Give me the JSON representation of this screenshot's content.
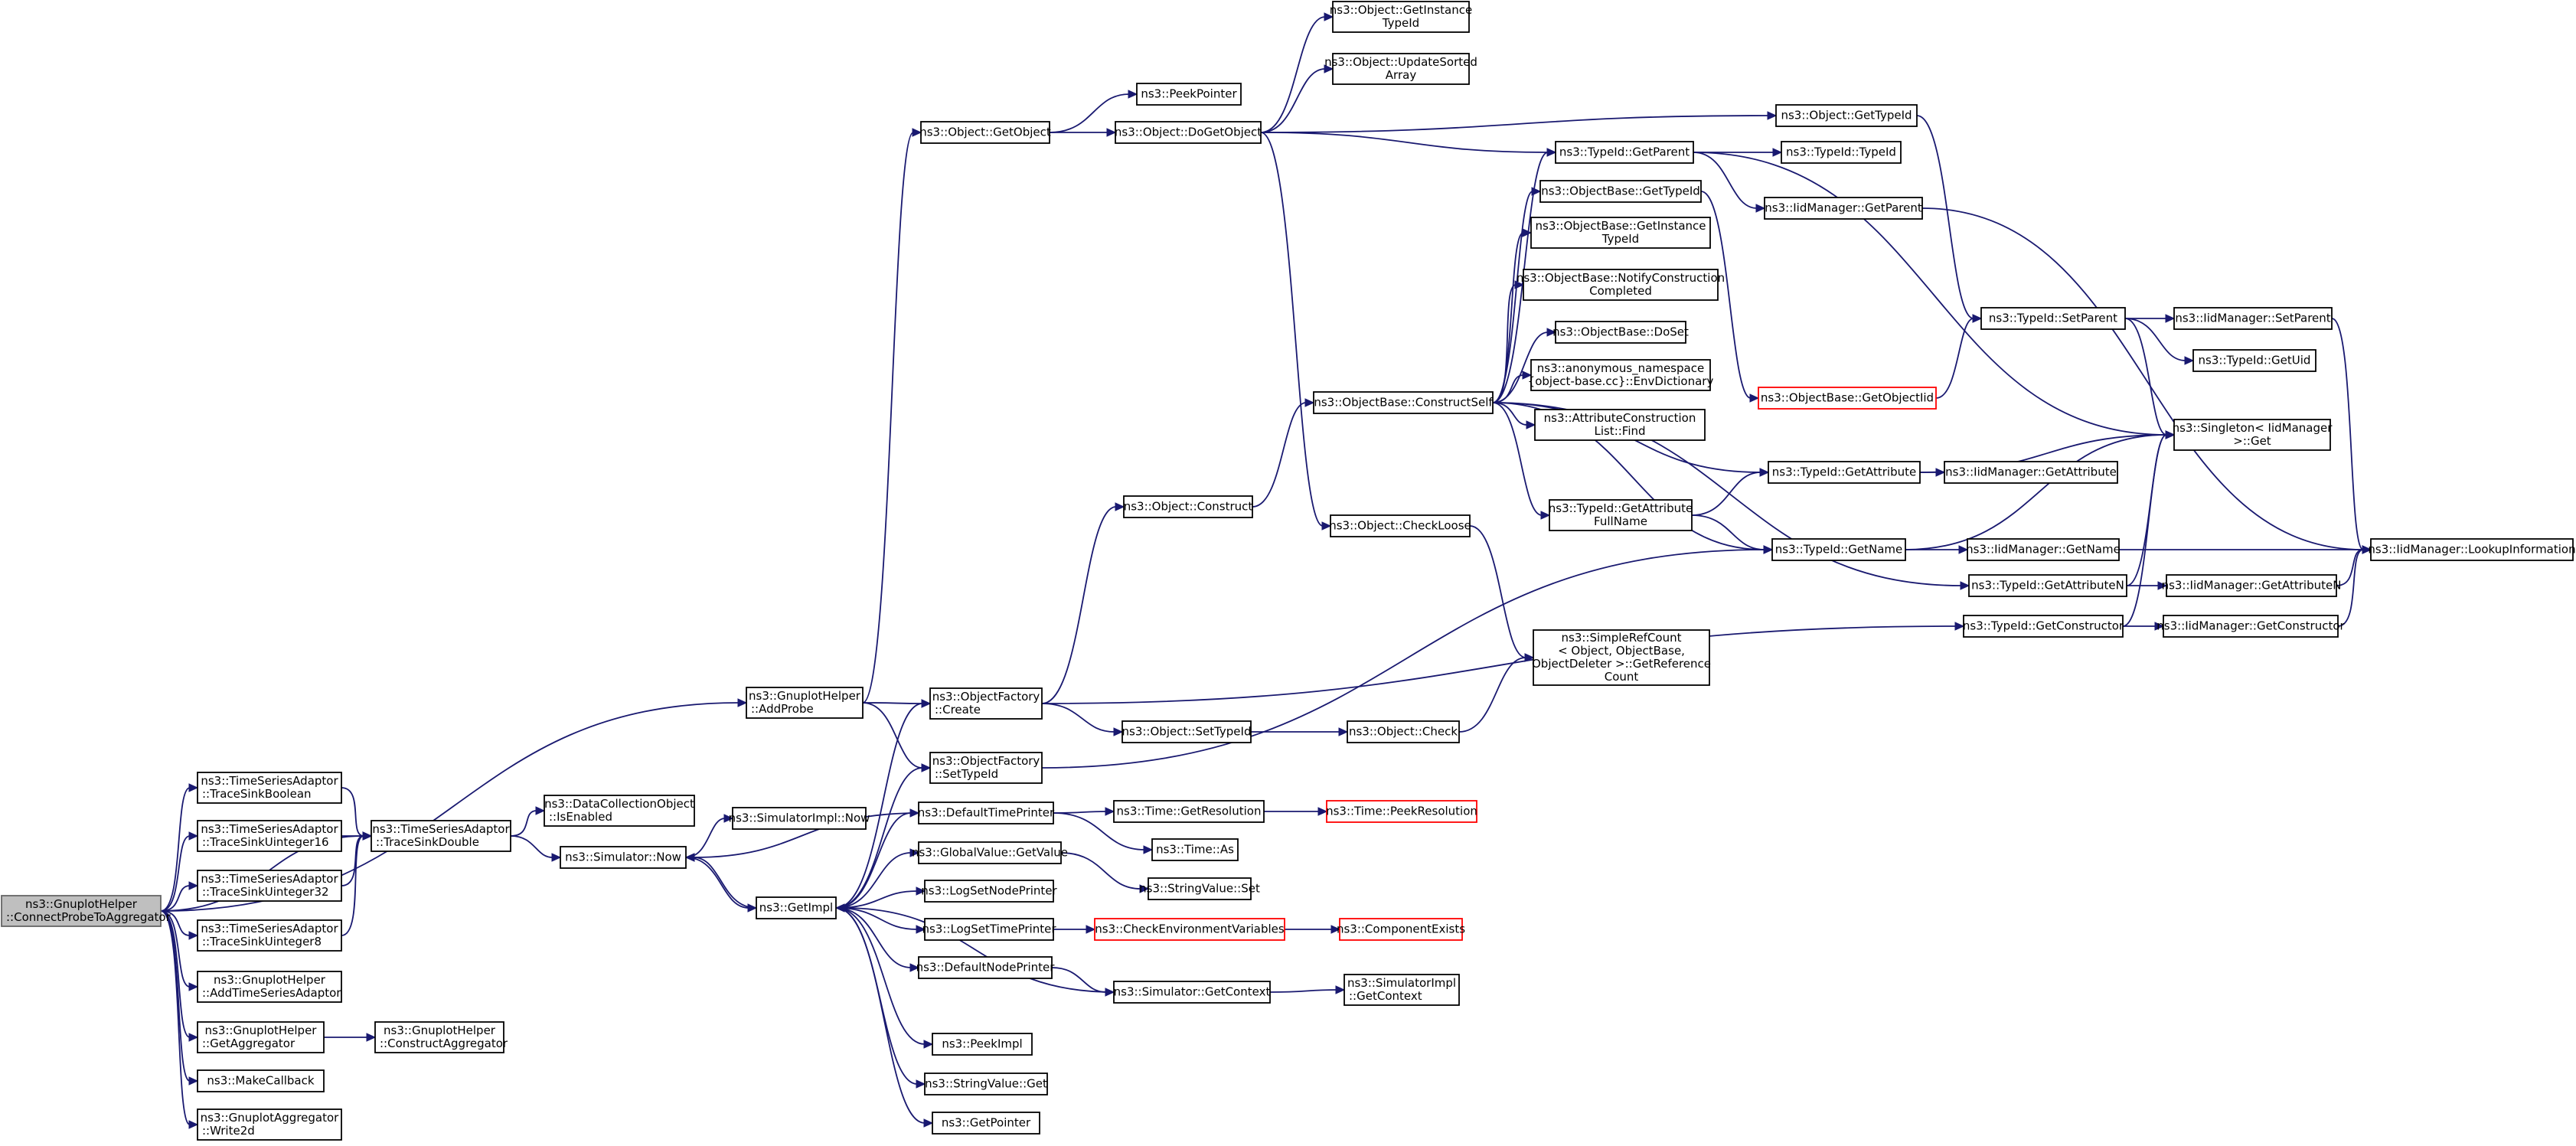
{
  "graph": {
    "nodes": [
      {
        "id": "root",
        "lines": [
          "ns3::GnuplotHelper",
          "::ConnectProbeToAggregator"
        ],
        "style": "root"
      },
      {
        "id": "addProbe",
        "lines": [
          "ns3::GnuplotHelper",
          "::AddProbe"
        ]
      },
      {
        "id": "tsBool",
        "lines": [
          "ns3::TimeSeriesAdaptor",
          "::TraceSinkBoolean"
        ]
      },
      {
        "id": "tsU16",
        "lines": [
          "ns3::TimeSeriesAdaptor",
          "::TraceSinkUinteger16"
        ]
      },
      {
        "id": "tsU32",
        "lines": [
          "ns3::TimeSeriesAdaptor",
          "::TraceSinkUinteger32"
        ]
      },
      {
        "id": "tsU8",
        "lines": [
          "ns3::TimeSeriesAdaptor",
          "::TraceSinkUinteger8"
        ]
      },
      {
        "id": "addTSA",
        "lines": [
          "ns3::GnuplotHelper",
          "::AddTimeSeriesAdaptor"
        ]
      },
      {
        "id": "getAgg",
        "lines": [
          "ns3::GnuplotHelper",
          "::GetAggregator"
        ]
      },
      {
        "id": "makeCb",
        "lines": [
          "ns3::MakeCallback"
        ]
      },
      {
        "id": "write2d",
        "lines": [
          "ns3::GnuplotAggregator",
          "::Write2d"
        ]
      },
      {
        "id": "tsDouble",
        "lines": [
          "ns3::TimeSeriesAdaptor",
          "::TraceSinkDouble"
        ]
      },
      {
        "id": "constructAgg",
        "lines": [
          "ns3::GnuplotHelper",
          "::ConstructAggregator"
        ]
      },
      {
        "id": "dcoEnabled",
        "lines": [
          "ns3::DataCollectionObject",
          "::IsEnabled"
        ]
      },
      {
        "id": "simNow",
        "lines": [
          "ns3::Simulator::Now"
        ]
      },
      {
        "id": "simImplNow",
        "lines": [
          "ns3::SimulatorImpl::Now"
        ]
      },
      {
        "id": "getImpl",
        "lines": [
          "ns3::GetImpl"
        ]
      },
      {
        "id": "objGetObject",
        "lines": [
          "ns3::Object::GetObject"
        ]
      },
      {
        "id": "ofCreate",
        "lines": [
          "ns3::ObjectFactory",
          "::Create"
        ]
      },
      {
        "id": "ofSetTypeId",
        "lines": [
          "ns3::ObjectFactory",
          "::SetTypeId"
        ]
      },
      {
        "id": "defTimePrinter",
        "lines": [
          "ns3::DefaultTimePrinter"
        ]
      },
      {
        "id": "gvGetValue",
        "lines": [
          "ns3::GlobalValue::GetValue"
        ]
      },
      {
        "id": "logSetNodePrinter",
        "lines": [
          "ns3::LogSetNodePrinter"
        ]
      },
      {
        "id": "logSetTimePrinter",
        "lines": [
          "ns3::LogSetTimePrinter"
        ]
      },
      {
        "id": "defNodePrinter",
        "lines": [
          "ns3::DefaultNodePrinter"
        ]
      },
      {
        "id": "peekImpl",
        "lines": [
          "ns3::PeekImpl"
        ]
      },
      {
        "id": "svGet",
        "lines": [
          "ns3::StringValue::Get"
        ]
      },
      {
        "id": "getPointer",
        "lines": [
          "ns3::GetPointer"
        ]
      },
      {
        "id": "peekPointer",
        "lines": [
          "ns3::PeekPointer"
        ]
      },
      {
        "id": "doGetObject",
        "lines": [
          "ns3::Object::DoGetObject"
        ]
      },
      {
        "id": "objConstruct",
        "lines": [
          "ns3::Object::Construct"
        ]
      },
      {
        "id": "objSetTypeId",
        "lines": [
          "ns3::Object::SetTypeId"
        ]
      },
      {
        "id": "timeGetRes",
        "lines": [
          "ns3::Time::GetResolution"
        ]
      },
      {
        "id": "timeAs",
        "lines": [
          "ns3::Time::As"
        ]
      },
      {
        "id": "svSet",
        "lines": [
          "ns3::StringValue::Set"
        ]
      },
      {
        "id": "checkEnv",
        "lines": [
          "ns3::CheckEnvironmentVariables"
        ],
        "style": "red"
      },
      {
        "id": "simGetContext",
        "lines": [
          "ns3::Simulator::GetContext"
        ]
      },
      {
        "id": "objGetInstTid",
        "lines": [
          "ns3::Object::GetInstance",
          "TypeId"
        ]
      },
      {
        "id": "objUpdSorted",
        "lines": [
          "ns3::Object::UpdateSorted",
          "Array"
        ]
      },
      {
        "id": "objCheckLoose",
        "lines": [
          "ns3::Object::CheckLoose"
        ]
      },
      {
        "id": "objCheck",
        "lines": [
          "ns3::Object::Check"
        ]
      },
      {
        "id": "timePeekRes",
        "lines": [
          "ns3::Time::PeekResolution"
        ],
        "style": "red"
      },
      {
        "id": "compExists",
        "lines": [
          "ns3::ComponentExists"
        ],
        "style": "red"
      },
      {
        "id": "simImplGetContext",
        "lines": [
          "ns3::SimulatorImpl",
          "::GetContext"
        ]
      },
      {
        "id": "obConstructSelf",
        "lines": [
          "ns3::ObjectBase::ConstructSelf"
        ]
      },
      {
        "id": "tidGetParent",
        "lines": [
          "ns3::TypeId::GetParent"
        ]
      },
      {
        "id": "obGetTypeId",
        "lines": [
          "ns3::ObjectBase::GetTypeId"
        ]
      },
      {
        "id": "obGetInstTid",
        "lines": [
          "ns3::ObjectBase::GetInstance",
          "TypeId"
        ]
      },
      {
        "id": "obNotify",
        "lines": [
          "ns3::ObjectBase::NotifyConstruction",
          "Completed"
        ]
      },
      {
        "id": "obDoSet",
        "lines": [
          "ns3::ObjectBase::DoSet"
        ]
      },
      {
        "id": "envDict",
        "lines": [
          "ns3::anonymous_namespace",
          "{object-base.cc}::EnvDictionary"
        ]
      },
      {
        "id": "attrFind",
        "lines": [
          "ns3::AttributeConstruction",
          "List::Find"
        ]
      },
      {
        "id": "tidGetAttrFull",
        "lines": [
          "ns3::TypeId::GetAttribute",
          "FullName"
        ]
      },
      {
        "id": "srcGetRef",
        "lines": [
          "ns3::SimpleRefCount",
          "< Object, ObjectBase,",
          "ObjectDeleter >::GetReference",
          "Count"
        ]
      },
      {
        "id": "objGetTypeId",
        "lines": [
          "ns3::Object::GetTypeId"
        ]
      },
      {
        "id": "tidTypeId",
        "lines": [
          "ns3::TypeId::TypeId"
        ]
      },
      {
        "id": "iidGetParent",
        "lines": [
          "ns3::IidManager::GetParent"
        ]
      },
      {
        "id": "obGetObjectIid",
        "lines": [
          "ns3::ObjectBase::GetObjectIid"
        ],
        "style": "red"
      },
      {
        "id": "tidGetAttr",
        "lines": [
          "ns3::TypeId::GetAttribute"
        ]
      },
      {
        "id": "tidGetName",
        "lines": [
          "ns3::TypeId::GetName"
        ]
      },
      {
        "id": "tidGetAttrN",
        "lines": [
          "ns3::TypeId::GetAttributeN"
        ]
      },
      {
        "id": "tidGetCtor",
        "lines": [
          "ns3::TypeId::GetConstructor"
        ]
      },
      {
        "id": "tidSetParent",
        "lines": [
          "ns3::TypeId::SetParent"
        ]
      },
      {
        "id": "singletonGet",
        "lines": [
          "ns3::Singleton< IidManager",
          ">::Get"
        ]
      },
      {
        "id": "iidGetAttr",
        "lines": [
          "ns3::IidManager::GetAttribute"
        ]
      },
      {
        "id": "iidGetName",
        "lines": [
          "ns3::IidManager::GetName"
        ]
      },
      {
        "id": "iidGetAttrN",
        "lines": [
          "ns3::IidManager::GetAttributeN"
        ]
      },
      {
        "id": "iidGetCtor",
        "lines": [
          "ns3::IidManager::GetConstructor"
        ]
      },
      {
        "id": "iidSetParent",
        "lines": [
          "ns3::IidManager::SetParent"
        ]
      },
      {
        "id": "tidGetUid",
        "lines": [
          "ns3::TypeId::GetUid"
        ]
      },
      {
        "id": "iidLookup",
        "lines": [
          "ns3::IidManager::LookupInformation"
        ]
      }
    ],
    "edges": [
      [
        "root",
        "addProbe"
      ],
      [
        "root",
        "tsBool"
      ],
      [
        "root",
        "tsU16"
      ],
      [
        "root",
        "tsU32"
      ],
      [
        "root",
        "tsU8"
      ],
      [
        "root",
        "tsDouble"
      ],
      [
        "root",
        "addTSA"
      ],
      [
        "root",
        "getAgg"
      ],
      [
        "root",
        "makeCb"
      ],
      [
        "root",
        "write2d"
      ],
      [
        "tsBool",
        "tsDouble"
      ],
      [
        "tsU16",
        "tsDouble"
      ],
      [
        "tsU32",
        "tsDouble"
      ],
      [
        "tsU8",
        "tsDouble"
      ],
      [
        "tsDouble",
        "dcoEnabled"
      ],
      [
        "tsDouble",
        "simNow"
      ],
      [
        "getAgg",
        "constructAgg"
      ],
      [
        "addProbe",
        "objGetObject"
      ],
      [
        "addProbe",
        "ofCreate"
      ],
      [
        "addProbe",
        "ofSetTypeId"
      ],
      [
        "simNow",
        "simImplNow"
      ],
      [
        "simNow",
        "getImpl"
      ],
      [
        "getImpl",
        "ofCreate"
      ],
      [
        "getImpl",
        "ofSetTypeId"
      ],
      [
        "getImpl",
        "defTimePrinter"
      ],
      [
        "getImpl",
        "gvGetValue"
      ],
      [
        "getImpl",
        "logSetNodePrinter"
      ],
      [
        "getImpl",
        "logSetTimePrinter"
      ],
      [
        "getImpl",
        "defNodePrinter"
      ],
      [
        "getImpl",
        "peekImpl"
      ],
      [
        "getImpl",
        "svGet"
      ],
      [
        "getImpl",
        "getPointer"
      ],
      [
        "getImpl",
        "simNow"
      ],
      [
        "defTimePrinter",
        "simNow"
      ],
      [
        "defTimePrinter",
        "timeGetRes"
      ],
      [
        "defTimePrinter",
        "timeAs"
      ],
      [
        "gvGetValue",
        "svSet"
      ],
      [
        "logSetTimePrinter",
        "checkEnv"
      ],
      [
        "checkEnv",
        "compExists"
      ],
      [
        "defNodePrinter",
        "simGetContext"
      ],
      [
        "simGetContext",
        "simImplGetContext"
      ],
      [
        "simGetContext",
        "getImpl"
      ],
      [
        "timeGetRes",
        "timePeekRes"
      ],
      [
        "objGetObject",
        "peekPointer"
      ],
      [
        "objGetObject",
        "doGetObject"
      ],
      [
        "ofCreate",
        "objConstruct"
      ],
      [
        "ofCreate",
        "objSetTypeId"
      ],
      [
        "ofCreate",
        "tidGetCtor"
      ],
      [
        "ofSetTypeId",
        "tidGetName"
      ],
      [
        "objSetTypeId",
        "objCheck"
      ],
      [
        "objCheck",
        "srcGetRef"
      ],
      [
        "objCheckLoose",
        "srcGetRef"
      ],
      [
        "doGetObject",
        "objGetInstTid"
      ],
      [
        "doGetObject",
        "objUpdSorted"
      ],
      [
        "doGetObject",
        "objGetTypeId"
      ],
      [
        "doGetObject",
        "tidGetParent"
      ],
      [
        "doGetObject",
        "objCheckLoose"
      ],
      [
        "objConstruct",
        "obConstructSelf"
      ],
      [
        "obConstructSelf",
        "tidGetParent"
      ],
      [
        "obConstructSelf",
        "obGetTypeId"
      ],
      [
        "obConstructSelf",
        "obGetInstTid"
      ],
      [
        "obConstructSelf",
        "obNotify"
      ],
      [
        "obConstructSelf",
        "obDoSet"
      ],
      [
        "obConstructSelf",
        "envDict"
      ],
      [
        "obConstructSelf",
        "attrFind"
      ],
      [
        "obConstructSelf",
        "tidGetAttrFull"
      ],
      [
        "obConstructSelf",
        "tidGetAttr"
      ],
      [
        "obConstructSelf",
        "tidGetName"
      ],
      [
        "obConstructSelf",
        "tidGetAttrN"
      ],
      [
        "tidGetAttrFull",
        "tidGetAttr"
      ],
      [
        "tidGetAttrFull",
        "tidGetName"
      ],
      [
        "objGetTypeId",
        "tidSetParent"
      ],
      [
        "tidGetParent",
        "tidTypeId"
      ],
      [
        "tidGetParent",
        "iidGetParent"
      ],
      [
        "tidGetParent",
        "singletonGet"
      ],
      [
        "obGetTypeId",
        "obGetObjectIid"
      ],
      [
        "obGetObjectIid",
        "tidSetParent"
      ],
      [
        "iidGetParent",
        "iidLookup"
      ],
      [
        "tidGetAttr",
        "singletonGet"
      ],
      [
        "tidGetAttr",
        "iidGetAttr"
      ],
      [
        "tidGetName",
        "singletonGet"
      ],
      [
        "tidGetName",
        "iidGetName"
      ],
      [
        "tidGetAttrN",
        "singletonGet"
      ],
      [
        "tidGetAttrN",
        "iidGetAttrN"
      ],
      [
        "tidGetCtor",
        "singletonGet"
      ],
      [
        "tidGetCtor",
        "iidGetCtor"
      ],
      [
        "tidSetParent",
        "iidSetParent"
      ],
      [
        "tidSetParent",
        "tidGetUid"
      ],
      [
        "tidSetParent",
        "singletonGet"
      ],
      [
        "iidSetParent",
        "iidLookup"
      ],
      [
        "iidGetName",
        "iidLookup"
      ],
      [
        "iidGetAttrN",
        "iidLookup"
      ],
      [
        "iidGetCtor",
        "iidLookup"
      ]
    ]
  }
}
